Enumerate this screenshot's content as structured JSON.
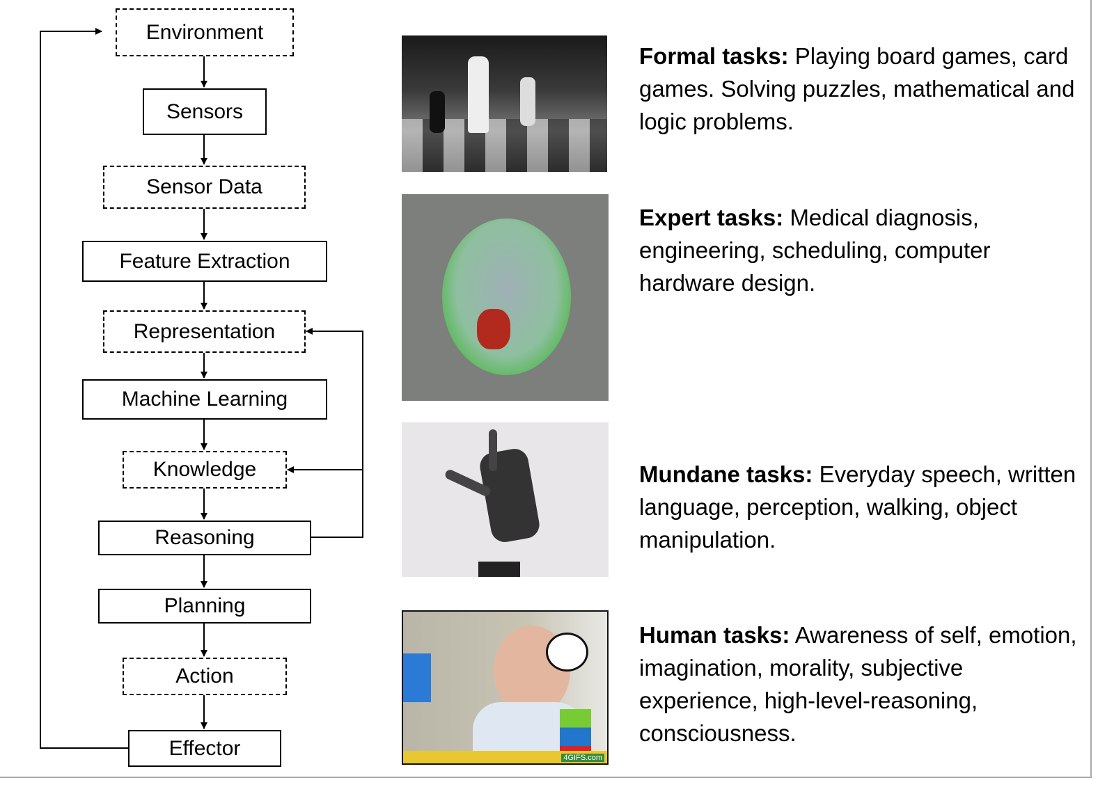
{
  "diagram": {
    "nodes": [
      {
        "label": "Environment",
        "style": "dashed"
      },
      {
        "label": "Sensors",
        "style": "solid"
      },
      {
        "label": "Sensor Data",
        "style": "dashed"
      },
      {
        "label": "Feature Extraction",
        "style": "solid"
      },
      {
        "label": "Representation",
        "style": "dashed"
      },
      {
        "label": "Machine Learning",
        "style": "solid"
      },
      {
        "label": "Knowledge",
        "style": "dashed"
      },
      {
        "label": "Reasoning",
        "style": "solid"
      },
      {
        "label": "Planning",
        "style": "solid"
      },
      {
        "label": "Action",
        "style": "dashed"
      },
      {
        "label": "Effector",
        "style": "solid"
      }
    ]
  },
  "tasks": [
    {
      "title": "Formal tasks:",
      "text": "Playing board games, card games. Solving puzzles, mathematical and logic problems.",
      "image": "chess-photo"
    },
    {
      "title": "Expert tasks:",
      "text": "Medical diagnosis, engineering, scheduling, computer hardware design.",
      "image": "brain-scan-image"
    },
    {
      "title": "Mundane tasks:",
      "text": "Everyday speech, written language, perception, walking, object manipulation.",
      "image": "robot-hand-photo"
    },
    {
      "title": "Human tasks:",
      "text": "Awareness of self, emotion, imagination, morality, subjective experience, high-level-reasoning, consciousness.",
      "image": "baby-photo",
      "watermark": "4GIFS.com"
    }
  ]
}
